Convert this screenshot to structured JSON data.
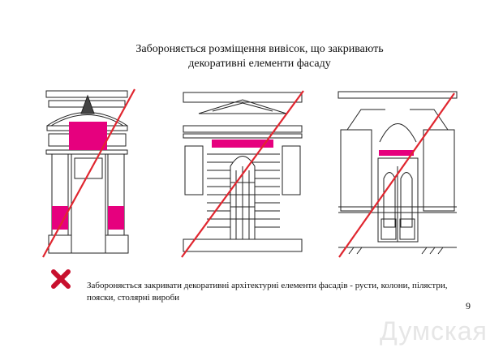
{
  "title_line1": "Забороняється розміщення вивісок, що закривають",
  "title_line2": "декоративні елементи фасаду",
  "figures": [
    {
      "name": "portal-with-columns"
    },
    {
      "name": "facade-with-pediment"
    },
    {
      "name": "arched-door-facade"
    }
  ],
  "prohibited_icon": "red-x-icon",
  "body_text": "Забороняється закривати декоративні архітектурні елементи фасадів - русти, колони, пілястри, пояски, столярні вироби",
  "page_number": "9",
  "watermark": "Думская",
  "colors": {
    "sign": "#e6007e",
    "strike": "#e0262f"
  }
}
